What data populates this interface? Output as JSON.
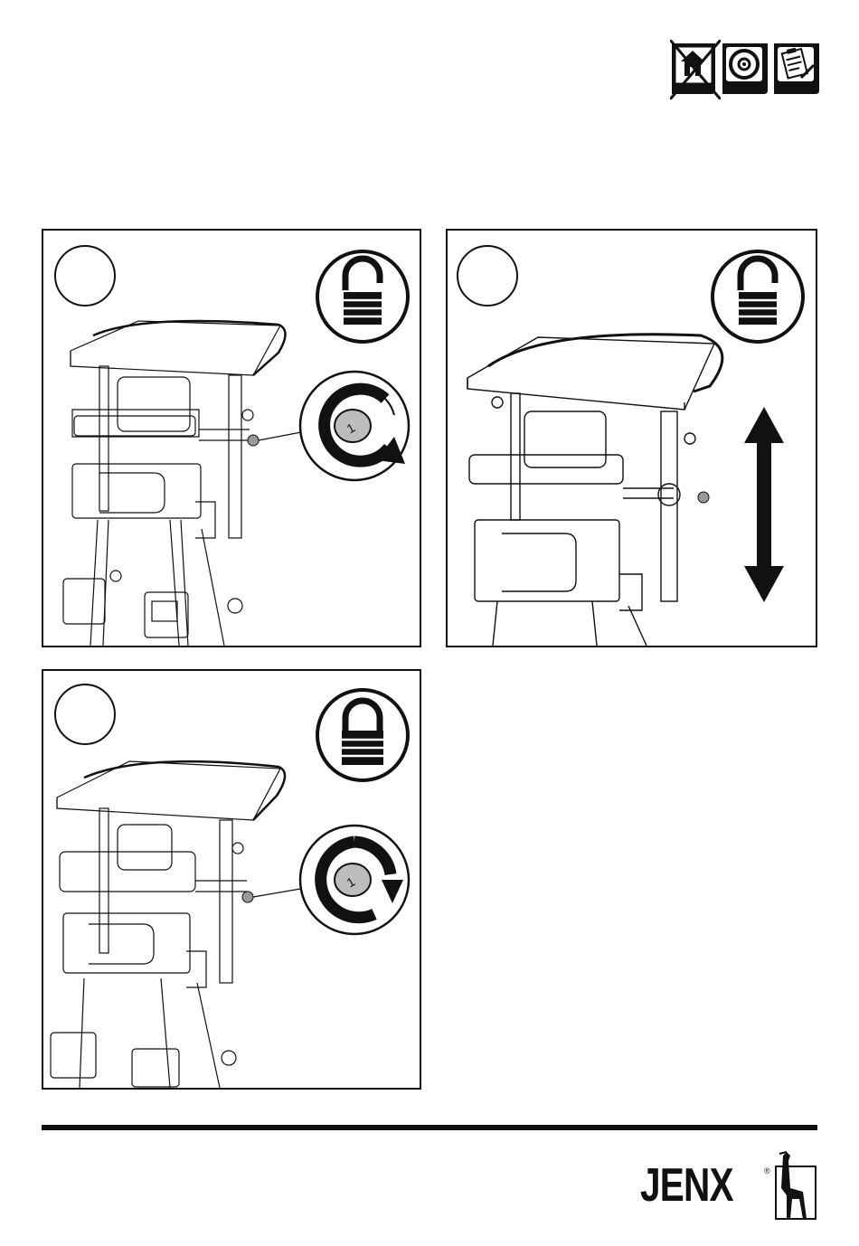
{
  "header": {
    "icons": [
      {
        "name": "no-indoor-use-icon",
        "crossed": true
      },
      {
        "name": "target-icon",
        "crossed": false
      },
      {
        "name": "clipboard-checklist-icon",
        "crossed": false
      }
    ]
  },
  "steps": [
    {
      "id": "step-1",
      "lock_state": "unlocked",
      "rotation": "counterclockwise",
      "lock_icon": "open-padlock-icon"
    },
    {
      "id": "step-2",
      "lock_state": "unlocked",
      "adjust": "vertical-height",
      "lock_icon": "open-padlock-icon"
    },
    {
      "id": "step-3",
      "lock_state": "locked",
      "rotation": "clockwise",
      "lock_icon": "closed-padlock-icon"
    }
  ],
  "knob_label": "1",
  "footer": {
    "brand": "JENX",
    "registered_mark": "®",
    "logo_icon": "giraffe-logo-icon"
  },
  "colors": {
    "ink": "#111111",
    "knob_fill": "#bdbdbd",
    "background": "#ffffff"
  }
}
